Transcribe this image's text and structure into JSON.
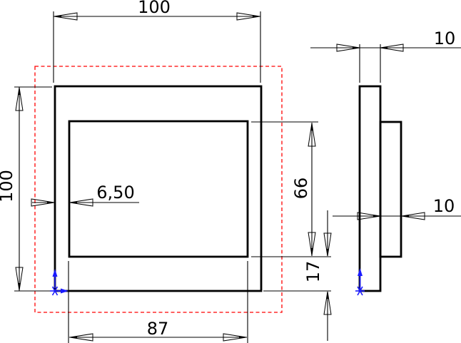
{
  "drawing": {
    "kind": "cad-part-drawing",
    "views": {
      "front": {
        "name": "front-view"
      },
      "side": {
        "name": "side-view"
      }
    },
    "sketch_boundary": {
      "style": "dashed",
      "color": "#ff0000"
    },
    "origin_marker": {
      "symbol": "asterisk-with-axes",
      "color": "#1a1aff"
    }
  },
  "colors": {
    "geometry": "#000000",
    "dimension": "#000000",
    "boundary": "#ff0000",
    "origin": "#1a1aff",
    "paper": "#ffffff"
  },
  "dimensions": {
    "front_width": "100",
    "front_height": "100",
    "left_wall": "6,50",
    "boss_width": "87",
    "boss_height": "66",
    "bottom_wall": "17",
    "plate_thickness": "10",
    "boss_thickness": "10"
  }
}
